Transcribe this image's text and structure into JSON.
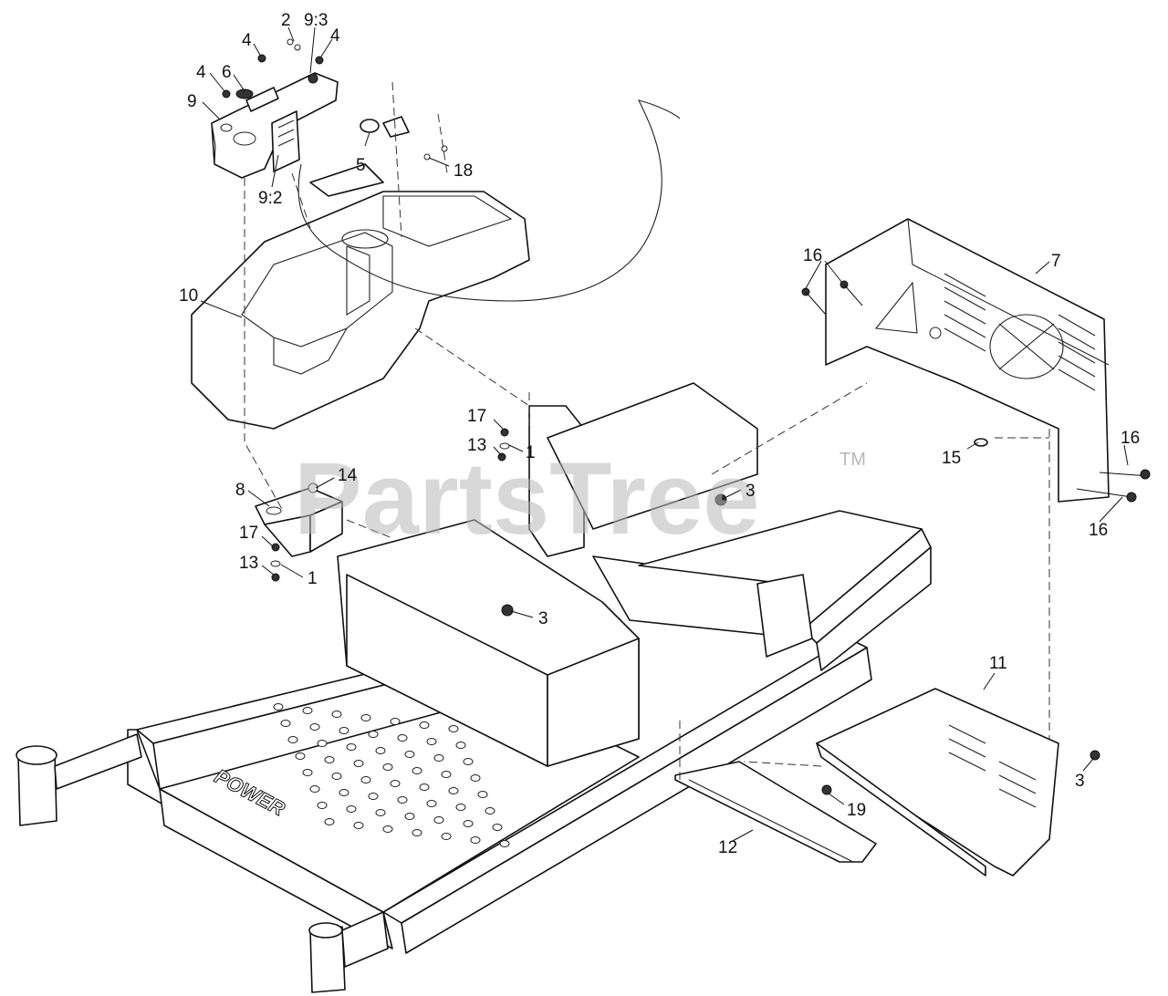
{
  "watermark": {
    "text": "PartsTree",
    "trademark": "TM"
  },
  "frame_logo": "POWER",
  "callouts": [
    {
      "id": "c-4a",
      "label": "4"
    },
    {
      "id": "c-2",
      "label": "2"
    },
    {
      "id": "c-93",
      "label": "9:3"
    },
    {
      "id": "c-4b",
      "label": "4"
    },
    {
      "id": "c-4c",
      "label": "4"
    },
    {
      "id": "c-6",
      "label": "6"
    },
    {
      "id": "c-9",
      "label": "9"
    },
    {
      "id": "c-5",
      "label": "5"
    },
    {
      "id": "c-18",
      "label": "18"
    },
    {
      "id": "c-92",
      "label": "9:2"
    },
    {
      "id": "c-10",
      "label": "10"
    },
    {
      "id": "c-16a",
      "label": "16"
    },
    {
      "id": "c-7",
      "label": "7"
    },
    {
      "id": "c-17a",
      "label": "17"
    },
    {
      "id": "c-13a",
      "label": "13"
    },
    {
      "id": "c-1a",
      "label": "1"
    },
    {
      "id": "c-3a",
      "label": "3"
    },
    {
      "id": "c-15",
      "label": "15"
    },
    {
      "id": "c-16b",
      "label": "16"
    },
    {
      "id": "c-16c",
      "label": "16"
    },
    {
      "id": "c-8",
      "label": "8"
    },
    {
      "id": "c-14",
      "label": "14"
    },
    {
      "id": "c-17b",
      "label": "17"
    },
    {
      "id": "c-13b",
      "label": "13"
    },
    {
      "id": "c-1b",
      "label": "1"
    },
    {
      "id": "c-3b",
      "label": "3"
    },
    {
      "id": "c-11",
      "label": "11"
    },
    {
      "id": "c-3c",
      "label": "3"
    },
    {
      "id": "c-19",
      "label": "19"
    },
    {
      "id": "c-12",
      "label": "12"
    }
  ]
}
